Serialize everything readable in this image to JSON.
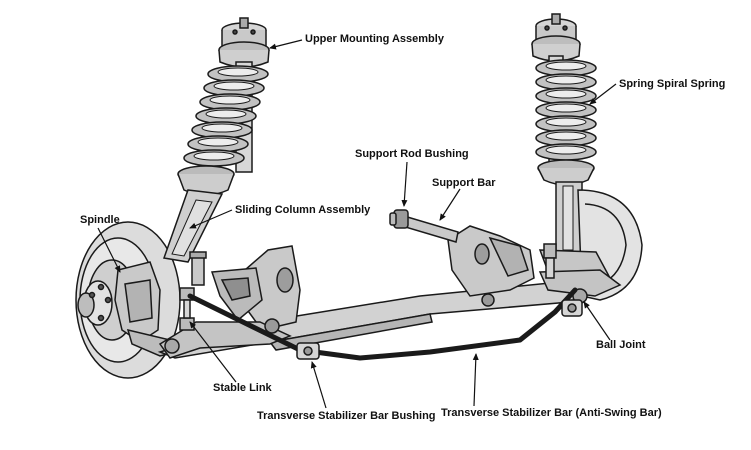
{
  "labels": {
    "upper_mounting": "Upper Mounting Assembly",
    "spring": "Spring Spiral Spring",
    "support_rod_bushing": "Support Rod Bushing",
    "support_bar": "Support Bar",
    "spindle": "Spindle",
    "sliding_column": "Sliding Column Assembly",
    "ball_joint": "Ball Joint",
    "stable_link": "Stable Link",
    "stabilizer_bushing": "Transverse Stabilizer Bar Bushing",
    "stabilizer_bar": "Transverse Stabilizer Bar (Anti-Swing Bar)"
  },
  "colors": {
    "metal": "#c9c9c9",
    "metal_dark": "#8f8f8f",
    "outline": "#1a1a1a",
    "stabilizer": "#1a1a1a"
  }
}
